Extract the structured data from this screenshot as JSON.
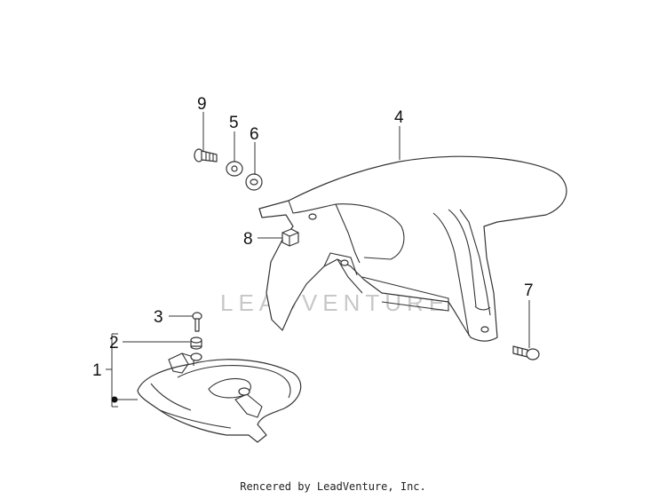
{
  "diagram": {
    "callouts": {
      "c1": "1",
      "c2": "2",
      "c3": "3",
      "c4": "4",
      "c5": "5",
      "c6": "6",
      "c7": "7",
      "c8": "8",
      "c9": "9"
    },
    "watermark": "LEADVENTURE"
  },
  "footer": {
    "credit": "Rencered by LeadVenture, Inc."
  }
}
